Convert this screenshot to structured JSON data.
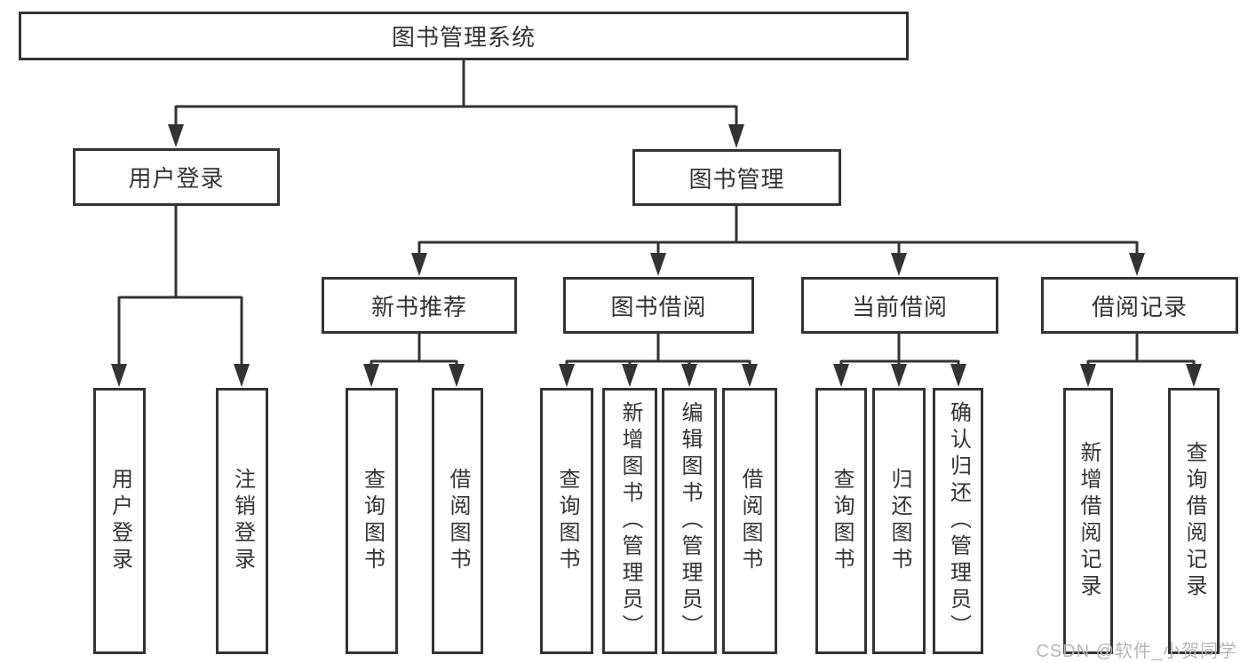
{
  "diagram": {
    "watermark": "CSDN @软件_小贺同学",
    "colors": {
      "line": "#333333",
      "text": "#333333",
      "watermark": "#b5b5b5",
      "background": "#ffffff"
    },
    "tree": {
      "label": "图书管理系统",
      "children": [
        {
          "label": "用户登录",
          "children": [
            {
              "label": "用户登录"
            },
            {
              "label": "注销登录"
            }
          ]
        },
        {
          "label": "图书管理",
          "children": [
            {
              "label": "新书推荐",
              "children": [
                {
                  "label": "查询图书"
                },
                {
                  "label": "借阅图书"
                }
              ]
            },
            {
              "label": "图书借阅",
              "children": [
                {
                  "label": "查询图书"
                },
                {
                  "label": "新增图书（管理员）"
                },
                {
                  "label": "编辑图书（管理员）"
                },
                {
                  "label": "借阅图书"
                }
              ]
            },
            {
              "label": "当前借阅",
              "children": [
                {
                  "label": "查询图书"
                },
                {
                  "label": "归还图书"
                },
                {
                  "label": "确认归还（管理员）"
                }
              ]
            },
            {
              "label": "借阅记录",
              "children": [
                {
                  "label": "新增借阅记录"
                },
                {
                  "label": "查询借阅记录"
                }
              ]
            }
          ]
        }
      ]
    }
  }
}
